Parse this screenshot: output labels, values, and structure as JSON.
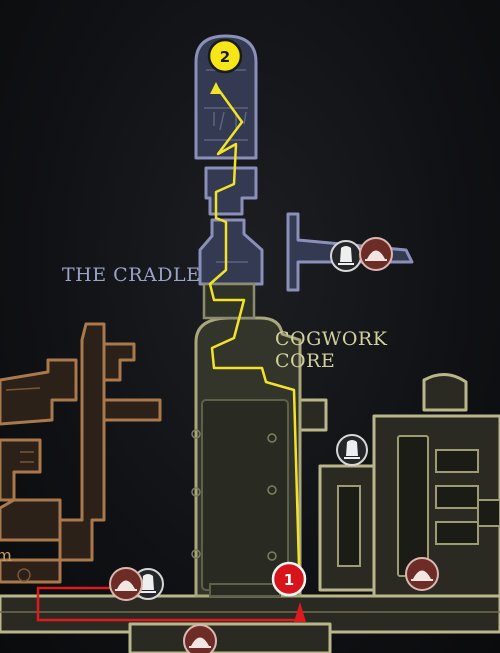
{
  "areas": {
    "cradle": "THE CRADLE",
    "cogwork_line1": "COGWORK",
    "cogwork_line2": "CORE",
    "left_fragment": "m"
  },
  "markers": {
    "start": "1",
    "destination": "2"
  },
  "icons": [
    "bell-bench-icon",
    "cocoon-map-icon",
    "bench-icon"
  ],
  "colors": {
    "cradle_outline": "#8a90b8",
    "cogwork_outline": "#b9b78a",
    "left_region_outline": "#a9784b",
    "route_path": "#f2e22a",
    "start_route": "#e0191f",
    "destination_marker": "#f6e617",
    "start_marker": "#d8141b"
  }
}
